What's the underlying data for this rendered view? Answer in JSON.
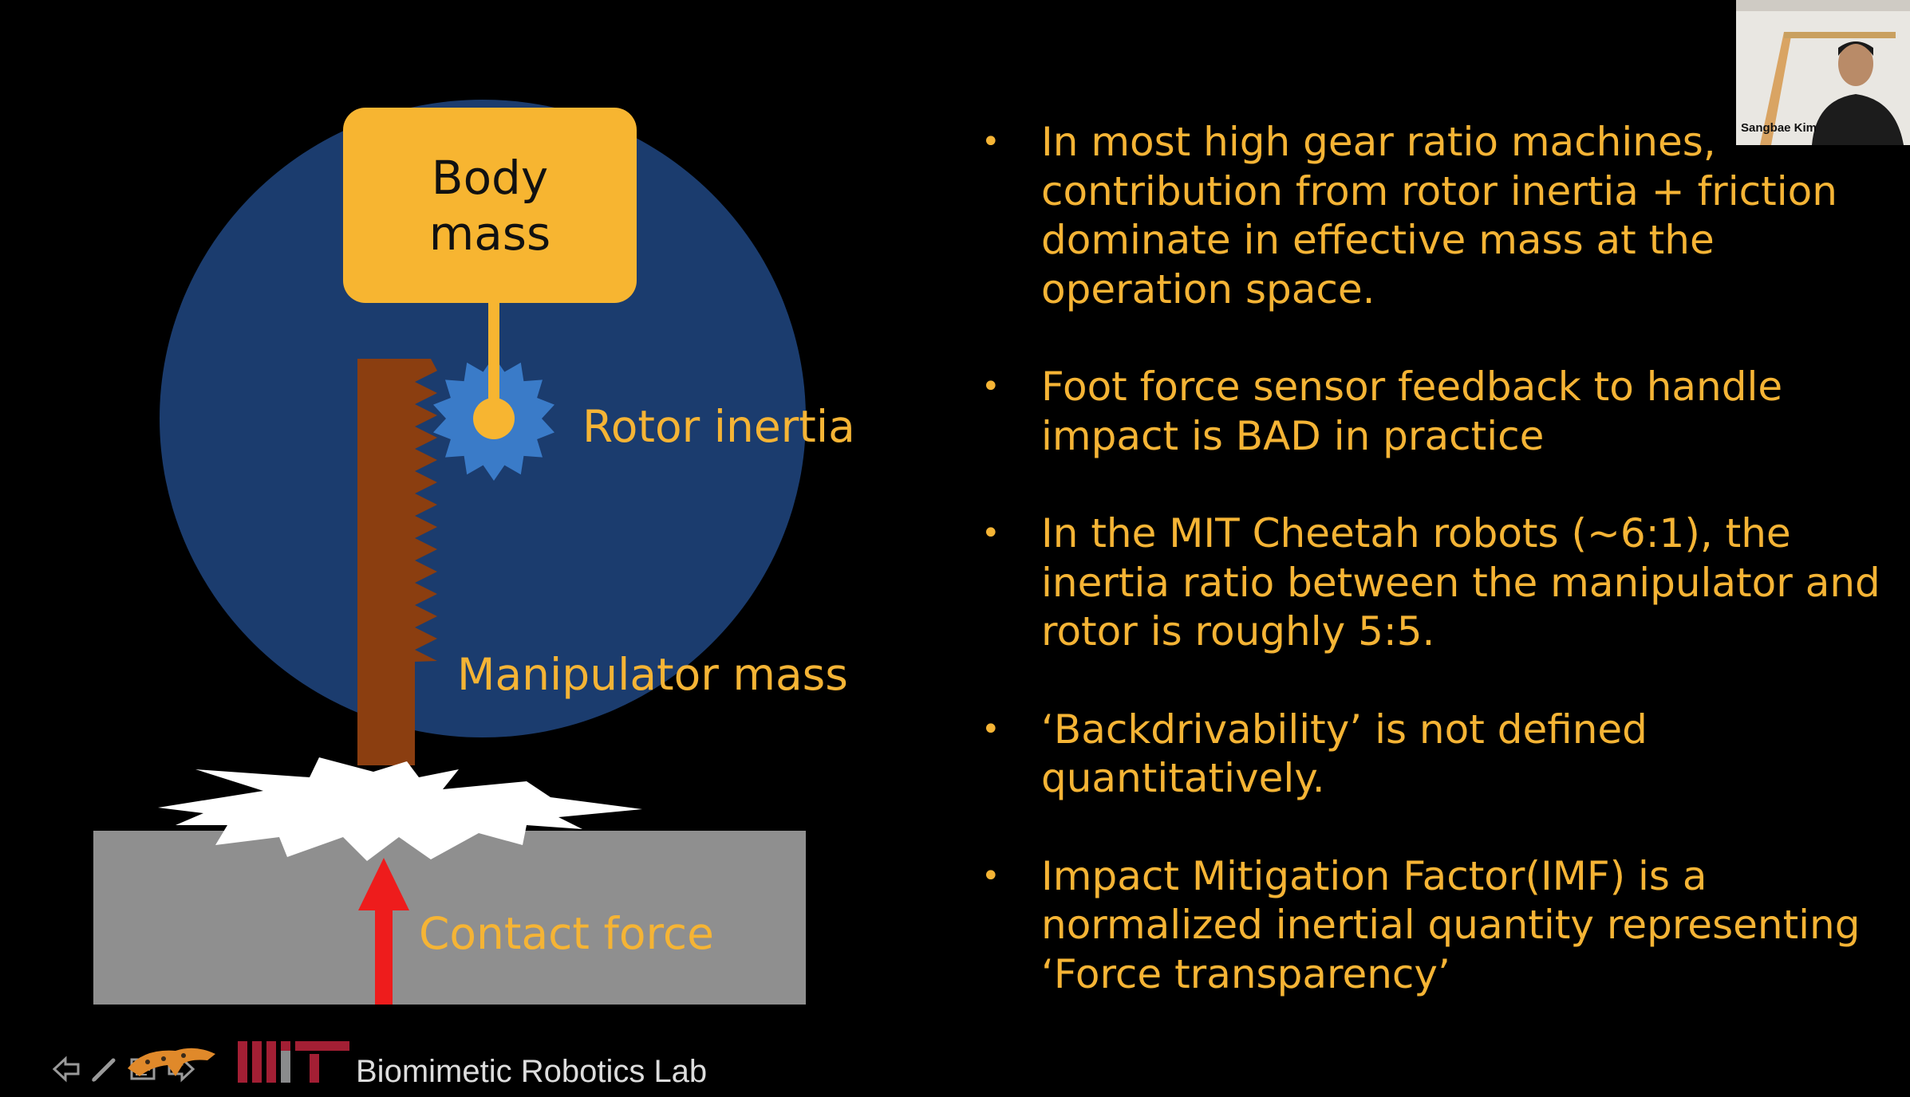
{
  "slide": {
    "diagram": {
      "body_mass_label": "Body\nmass",
      "rotor_label": "Rotor inertia",
      "manipulator_label": "Manipulator mass",
      "contact_label": "Contact force"
    },
    "bullets": [
      "In most high gear ratio machines, contribution from rotor inertia + friction dominate in effective mass at the operation space.",
      "Foot force sensor feedback to handle impact is BAD in practice",
      "In the MIT Cheetah robots (~6:1), the inertia ratio between the manipulator and rotor is roughly 5:5.",
      "‘Backdrivability’ is not defined quantitatively.",
      "Impact Mitigation Factor(IMF) is a normalized inertial quantity representing ‘Force transparency’"
    ],
    "bullet_glyph": "•",
    "footer": {
      "lab_name": "Biomimetic Robotics Lab",
      "nav_icons": [
        "back-icon",
        "pen-icon",
        "notes-icon",
        "forward-icon"
      ]
    }
  },
  "video_tile": {
    "participant_name": "Sangbae Kim"
  },
  "colors": {
    "background": "#000000",
    "accent_text": "#F5B435",
    "circle": "#1B3C6E",
    "body_mass_box": "#F7B531",
    "gear": "#3A7BC8",
    "manipulator": "#8B3E10",
    "ground": "#8F8F8F",
    "arrow": "#EE1C1C",
    "mit_logo": "#A31F34"
  }
}
